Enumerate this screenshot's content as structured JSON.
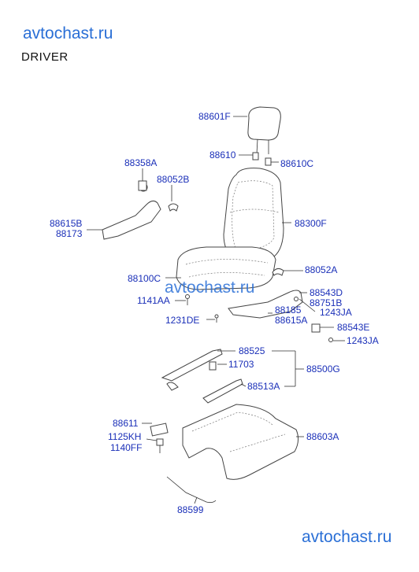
{
  "watermark": "avtochast.ru",
  "heading": "DRIVER",
  "parts": {
    "p88601F": "88601F",
    "p88610": "88610",
    "p88610C": "88610C",
    "p88358A": "88358A",
    "p88052B": "88052B",
    "p88615B": "88615B",
    "p88173": "88173",
    "p88300F": "88300F",
    "p88100C": "88100C",
    "p88052A": "88052A",
    "p88543D": "88543D",
    "p88751B": "88751B",
    "p1141AA": "1141AA",
    "p88185": "88185",
    "p1243JA_1": "1243JA",
    "p1231DE": "1231DE",
    "p88615A": "88615A",
    "p88543E": "88543E",
    "p1243JA_2": "1243JA",
    "p88525": "88525",
    "p11703": "11703",
    "p88500G": "88500G",
    "p88513A": "88513A",
    "p88611": "88611",
    "p1125KH": "1125KH",
    "p1140FF": "1140FF",
    "p88603A": "88603A",
    "p88599": "88599"
  }
}
